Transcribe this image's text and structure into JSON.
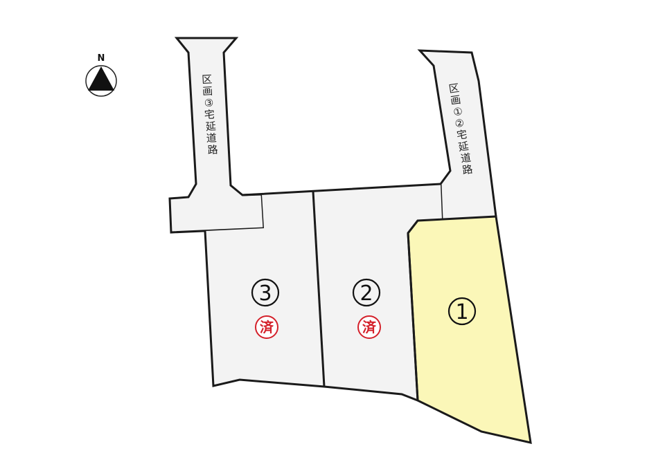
{
  "compass": {
    "label": "N"
  },
  "roads": [
    {
      "id": "road-3",
      "label": [
        "区",
        "画",
        "③",
        "宅",
        "延",
        "道",
        "路"
      ]
    },
    {
      "id": "road-12",
      "label": [
        "区",
        "画",
        "①",
        "②",
        "宅",
        "延",
        "道",
        "路"
      ]
    }
  ],
  "lots": [
    {
      "id": "lot-3",
      "number": "3",
      "status": "済",
      "highlighted": false
    },
    {
      "id": "lot-2",
      "number": "2",
      "status": "済",
      "highlighted": false
    },
    {
      "id": "lot-1",
      "number": "1",
      "status": "",
      "highlighted": true
    }
  ],
  "colors": {
    "highlight": "#fbf7b8",
    "sold_stamp": "#d4202a",
    "line": "#1a1a1a"
  }
}
